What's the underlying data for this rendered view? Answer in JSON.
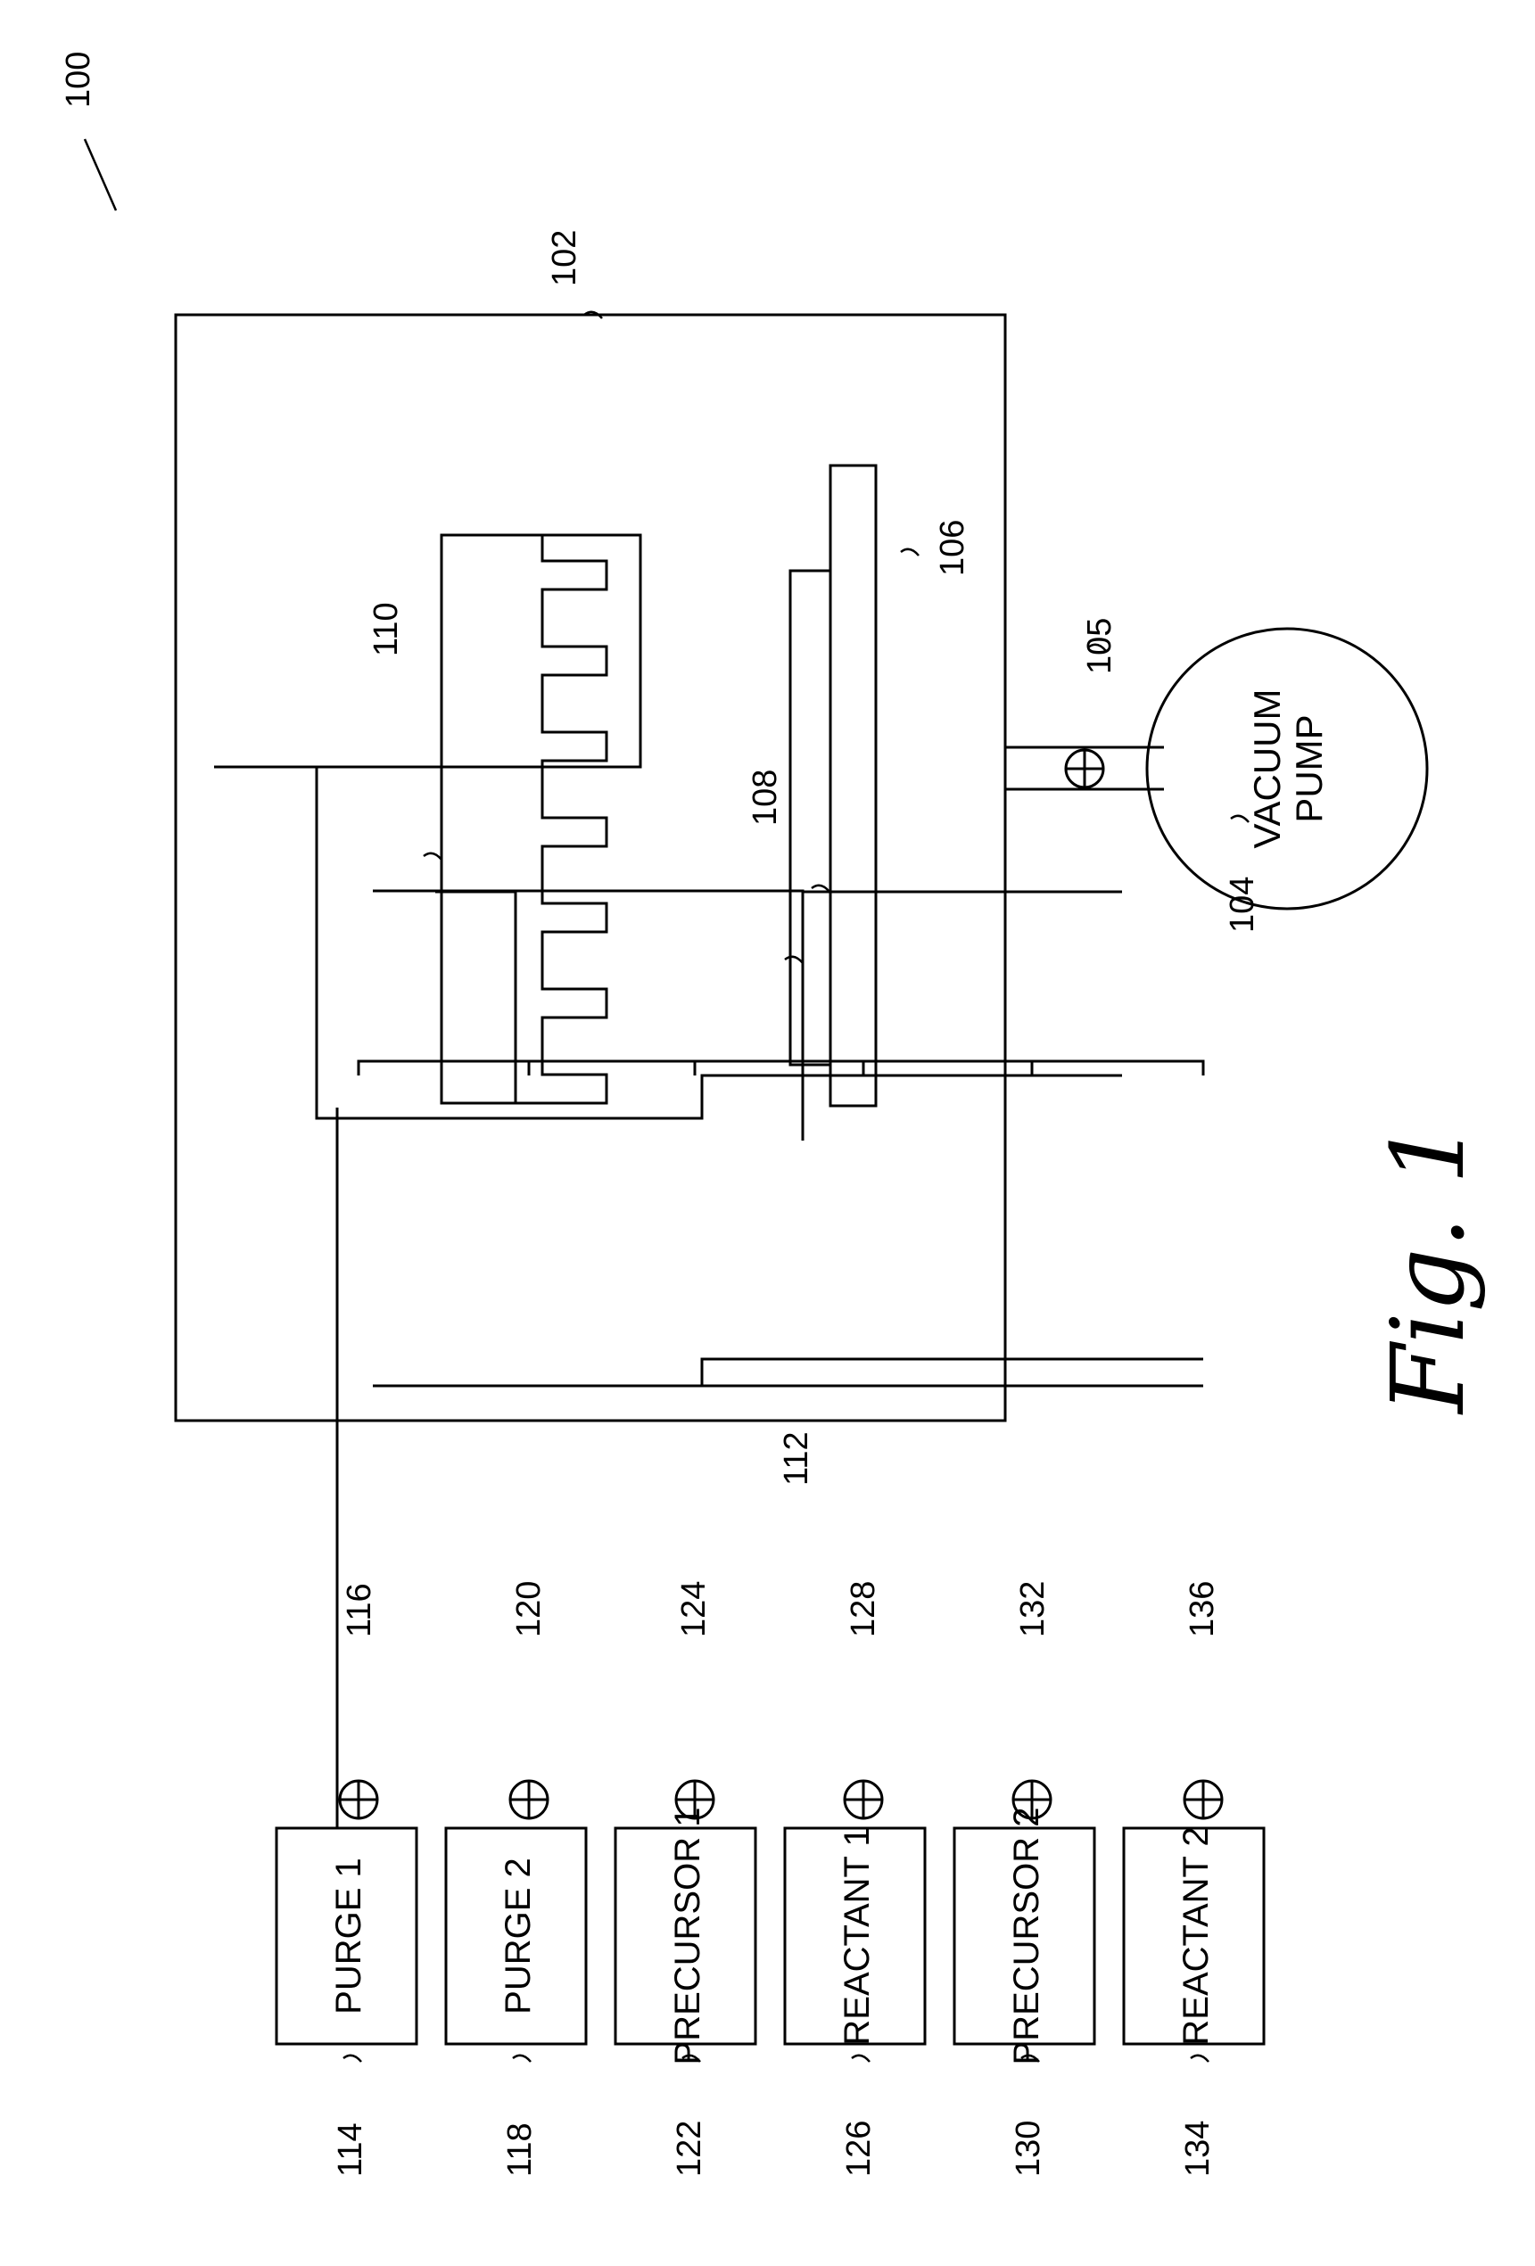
{
  "figure": {
    "caption": "Fig. 1",
    "system_ref": "100"
  },
  "chamber": {
    "ref": "102"
  },
  "vacuum_pump": {
    "ref": "104",
    "line1": "VACUUM",
    "line2": "PUMP"
  },
  "chamber_parts": {
    "pump_valve_ref": "105",
    "substrate_support_ref": "106",
    "substrate_ref": "108",
    "showerhead_ref": "110",
    "supply_lines_ref": "112"
  },
  "sources": [
    {
      "name": "PURGE 1",
      "ref": "114",
      "valve_ref": "116"
    },
    {
      "name": "PURGE 2",
      "ref": "118",
      "valve_ref": "120"
    },
    {
      "name": "PRECURSOR 1",
      "ref": "122",
      "valve_ref": "124"
    },
    {
      "name": "REACTANT 1",
      "ref": "126",
      "valve_ref": "128"
    },
    {
      "name": "PRECURSOR 2",
      "ref": "130",
      "valve_ref": "132"
    },
    {
      "name": "REACTANT 2",
      "ref": "134",
      "valve_ref": "136"
    }
  ]
}
